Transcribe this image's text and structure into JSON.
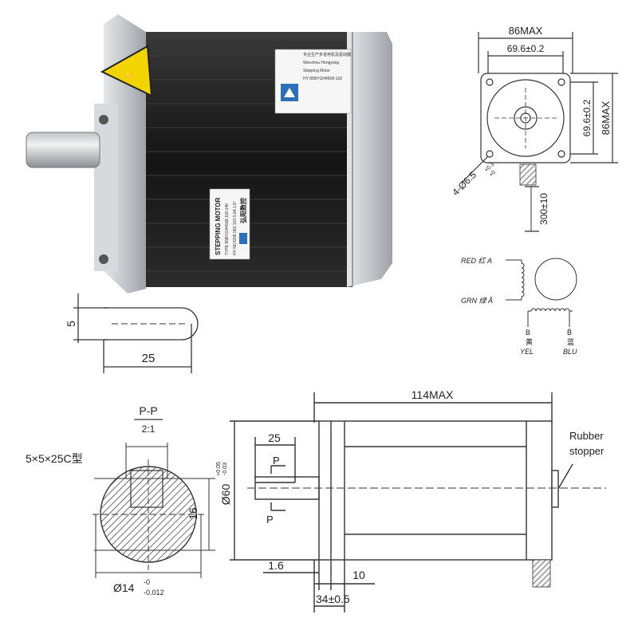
{
  "photo": {
    "label_top_lines": [
      "专业生产步进电机及驱动器",
      "Wenzhou Hongyang",
      "Stepping Motor",
      "HY 85BYGH4508-118"
    ],
    "label_side_title": "STEPPING MOTOR",
    "label_side_type": "TYPE 85BYGH4508-118-14K",
    "label_side_rating": "HY NC4208 083.123 5.0A 1.8°",
    "label_side_brand": "弘阳数控"
  },
  "front_view": {
    "dim_86max_top": "86MAX",
    "dim_69_6_top": "69.6±0.2",
    "dim_69_6_side": "69.6±0.2",
    "dim_86max_side": "86MAX",
    "holes": "4-Ø6.5",
    "holes_tol_upper": "+0.3",
    "holes_tol_lower": "+0",
    "lead_length": "300±10"
  },
  "wiring": {
    "red_a": "RED 红 A",
    "grn_a": "GRN 绿 Ā",
    "b_left": "B",
    "b_left_cn": "黄",
    "b_left_color": "YEL",
    "b_right": "B̄",
    "b_right_cn": "蓝",
    "b_right_color": "BLU"
  },
  "shaft_end": {
    "dim_5": "5",
    "dim_25": "25"
  },
  "section": {
    "title": "P-P",
    "scale": "2:1",
    "keyway": "5×5×25C型",
    "dim_16": "16",
    "dia_14": "Ø14",
    "tol_upper": "-0",
    "tol_lower": "-0.012"
  },
  "side_view": {
    "dim_114max": "114MAX",
    "dim_25": "25",
    "section_p_top": "P",
    "section_p_bottom": "P",
    "dia_60": "Ø60",
    "dia_60_tol_upper": "+0.05",
    "dia_60_tol_lower": "-0.03",
    "dim_1_6": "1.6",
    "dim_10": "10",
    "dim_34": "34±0.5",
    "rubber_line1": "Rubber",
    "rubber_line2": "stopper"
  },
  "colors": {
    "motor_body": "#1c1c1c",
    "flange": "#c9ccd0",
    "warning": "#f2d400",
    "label_blue": "#2d6fb8",
    "line": "#333333"
  }
}
